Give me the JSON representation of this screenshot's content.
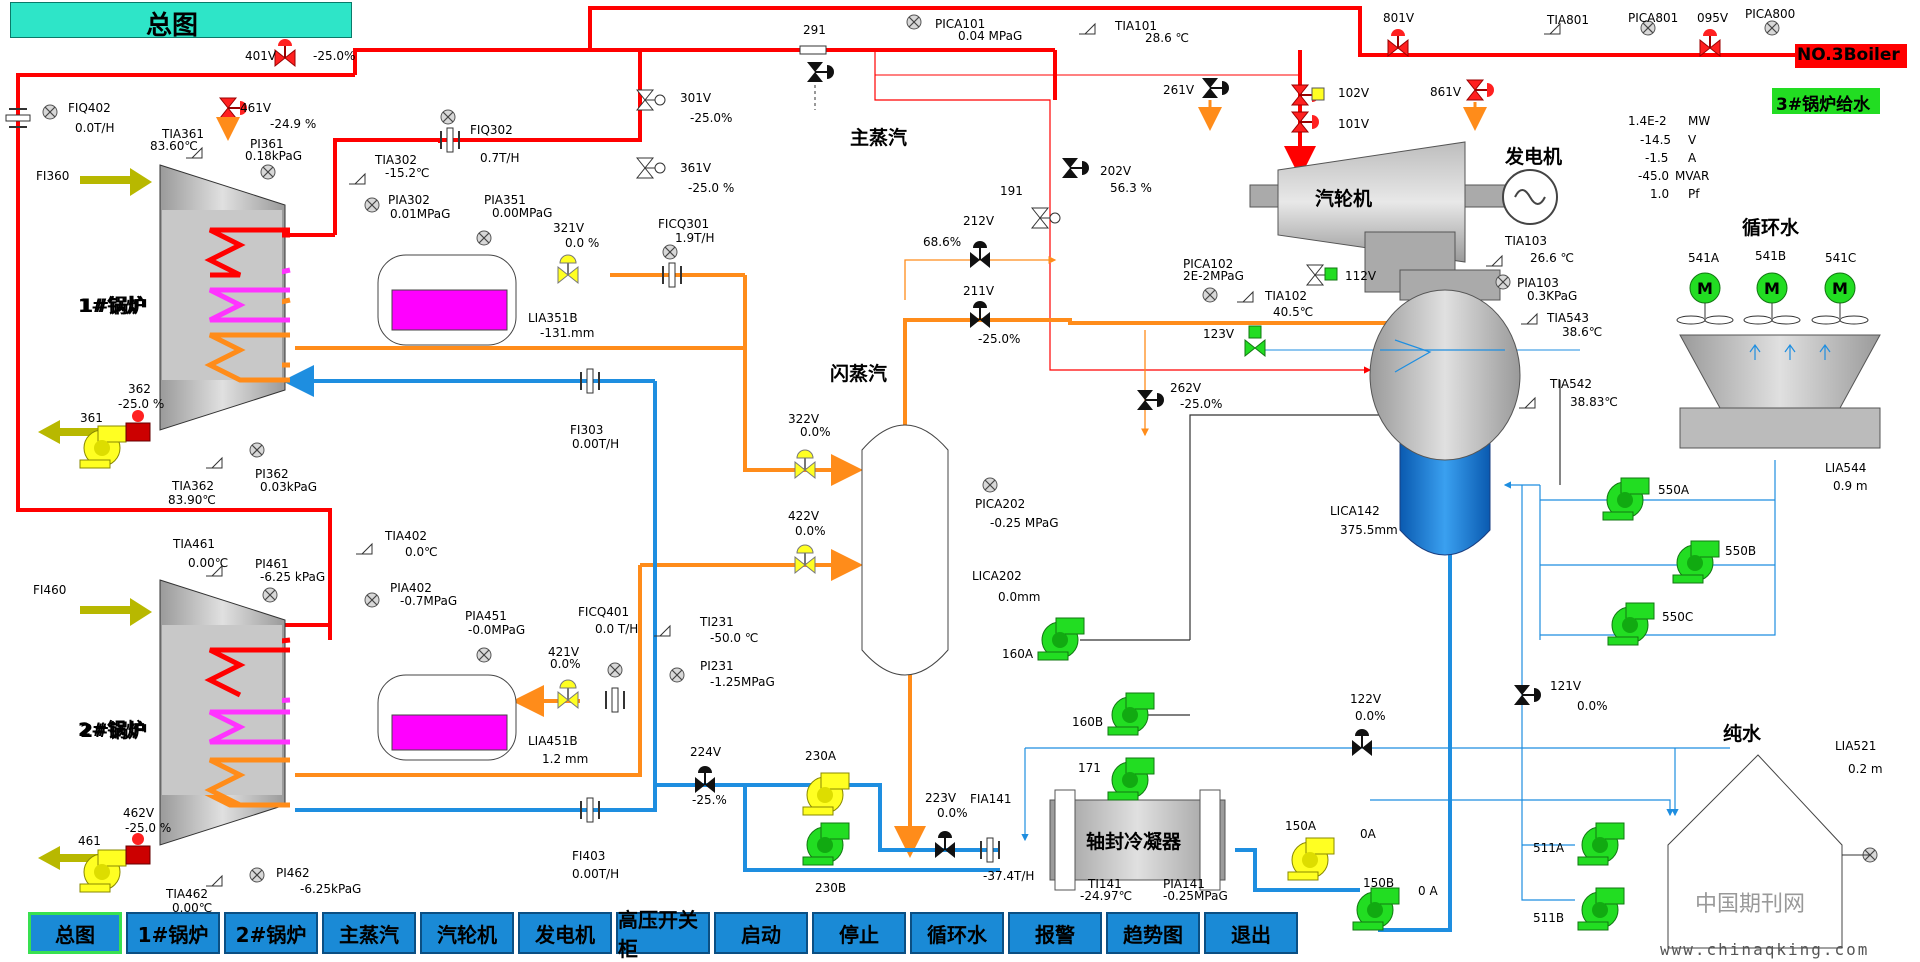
{
  "title": "总图",
  "header_right": "NO.3Boiler",
  "feedwater_label": "3#锅炉给水",
  "section_labels": {
    "main_steam": "主蒸汽",
    "flash_steam": "闪蒸汽",
    "turbine": "汽轮机",
    "generator": "发电机",
    "circulating_water": "循环水",
    "pure_water": "纯水",
    "boiler1": "1#锅炉",
    "boiler2": "2#锅炉",
    "gland_condenser": "轴封冷凝器"
  },
  "generator_readings": [
    {
      "value": "1.4E-2",
      "unit": "MW"
    },
    {
      "value": "-14.5",
      "unit": "V"
    },
    {
      "value": "-1.5",
      "unit": "A"
    },
    {
      "value": "-45.0",
      "unit": "MVAR"
    },
    {
      "value": "1.0",
      "unit": "Pf"
    }
  ],
  "tags": {
    "fiq402": {
      "name": "FIQ402",
      "value": "0.0T/H"
    },
    "fi360": {
      "name": "FI360"
    },
    "fi460": {
      "name": "FI460"
    },
    "tia361": {
      "name": "TIA361",
      "value": "83.60℃"
    },
    "pi361": {
      "name": "PI361",
      "value": "0.18kPaG"
    },
    "tia302": {
      "name": "TIA302",
      "value": "-15.2℃"
    },
    "pia302": {
      "name": "PIA302",
      "value": "0.01MPaG"
    },
    "fiq302": {
      "name": "FIQ302",
      "value": "0.7T/H"
    },
    "pia351": {
      "name": "PIA351",
      "value": "0.00MPaG"
    },
    "lia351b": {
      "name": "LIA351B",
      "value": "-131.mm"
    },
    "v401": {
      "name": "401V",
      "value": "-25.0%"
    },
    "v461": {
      "name": "461V",
      "value": "-24.9 %"
    },
    "v301": {
      "name": "301V",
      "value": "-25.0%"
    },
    "v361": {
      "name": "361V",
      "value": "-25.0 %"
    },
    "v321": {
      "name": "321V",
      "value": "0.0 %"
    },
    "ficq301": {
      "name": "FICQ301",
      "value": "1.9T/H"
    },
    "v291": {
      "name": "291"
    },
    "pica101": {
      "name": "PICA101",
      "value": "0.04 MPaG"
    },
    "tia101": {
      "name": "TIA101",
      "value": "28.6 ℃"
    },
    "v801": {
      "name": "801V"
    },
    "tia801": {
      "name": "TIA801"
    },
    "pica801": {
      "name": "PICA801"
    },
    "v095": {
      "name": "095V"
    },
    "pica800": {
      "name": "PICA800"
    },
    "v261": {
      "name": "261V"
    },
    "v102": {
      "name": "102V"
    },
    "v101": {
      "name": "101V"
    },
    "v861": {
      "name": "861V"
    },
    "v202": {
      "name": "202V",
      "value": "56.3 %"
    },
    "v191": {
      "name": "191"
    },
    "v212": {
      "name": "212V",
      "value": "68.6%"
    },
    "v211": {
      "name": "211V",
      "value": "-25.0%"
    },
    "pica102": {
      "name": "PICA102",
      "value": "2E-2MPaG"
    },
    "tia102": {
      "name": "TIA102",
      "value": "40.5℃"
    },
    "v112": {
      "name": "112V"
    },
    "v123": {
      "name": "123V"
    },
    "tia103": {
      "name": "TIA103",
      "value": "26.6 ℃"
    },
    "pia103": {
      "name": "PIA103",
      "value": "0.3KPaG"
    },
    "tia543": {
      "name": "TIA543",
      "value": "38.6℃"
    },
    "v262": {
      "name": "262V",
      "value": "-25.0%"
    },
    "tia542": {
      "name": "TIA542",
      "value": "38.83℃"
    },
    "lica142": {
      "name": "LICA142",
      "value": "375.5mm"
    },
    "lia544": {
      "name": "LIA544",
      "value": "0.9 m"
    },
    "m541a": {
      "name": "541A"
    },
    "m541b": {
      "name": "541B"
    },
    "m541c": {
      "name": "541C"
    },
    "p550a": {
      "name": "550A"
    },
    "p550b": {
      "name": "550B"
    },
    "p550c": {
      "name": "550C"
    },
    "v362": {
      "name": "362",
      "value": "-25.0 %"
    },
    "p361": {
      "name": "361"
    },
    "fi303": {
      "name": "FI303",
      "value": "0.00T/H"
    },
    "tia362": {
      "name": "TIA362",
      "value": "83.90℃"
    },
    "pi362": {
      "name": "PI362",
      "value": "0.03kPaG"
    },
    "v322": {
      "name": "322V",
      "value": "0.0%"
    },
    "pica202": {
      "name": "PICA202",
      "value": "-0.25 MPaG"
    },
    "lica202": {
      "name": "LICA202",
      "value": "0.0mm"
    },
    "v422": {
      "name": "422V",
      "value": "0.0%"
    },
    "tia461": {
      "name": "TIA461",
      "value": "0.00℃"
    },
    "pi461": {
      "name": "PI461",
      "value": "-6.25 kPaG"
    },
    "tia402": {
      "name": "TIA402",
      "value": "0.0℃"
    },
    "pia402": {
      "name": "PIA402",
      "value": "-0.7MPaG"
    },
    "pia451": {
      "name": "PIA451",
      "value": "-0.0MPaG"
    },
    "ficq401": {
      "name": "FICQ401",
      "value": "0.0 T/H"
    },
    "ti231": {
      "name": "TI231",
      "value": "-50.0 ℃"
    },
    "pi231": {
      "name": "PI231",
      "value": "-1.25MPaG"
    },
    "v421": {
      "name": "421V",
      "value": "0.0%"
    },
    "lia451b": {
      "name": "LIA451B",
      "value": "1.2 mm"
    },
    "p160a": {
      "name": "160A"
    },
    "p160b": {
      "name": "160B"
    },
    "v122": {
      "name": "122V",
      "value": "0.0%"
    },
    "v121": {
      "name": "121V",
      "value": "0.0%"
    },
    "lia521": {
      "name": "LIA521",
      "value": "0.2 m"
    },
    "v224": {
      "name": "224V",
      "value": "-25.%"
    },
    "p230a": {
      "name": "230A"
    },
    "p230b": {
      "name": "230B"
    },
    "v223": {
      "name": "223V",
      "value": "0.0%"
    },
    "fia141": {
      "name": "FIA141",
      "value": "-37.4T/H"
    },
    "p171": {
      "name": "171"
    },
    "ti141": {
      "name": "TI141",
      "value": "-24.97℃"
    },
    "pia141": {
      "name": "PIA141",
      "value": "-0.25MPaG"
    },
    "p150a": {
      "name": "150A",
      "value": "0A"
    },
    "p150b": {
      "name": "150B",
      "value": "0 A"
    },
    "p511a": {
      "name": "511A"
    },
    "p511b": {
      "name": "511B"
    },
    "v462": {
      "name": "462V",
      "value": "-25.0 %"
    },
    "p461": {
      "name": "461"
    },
    "fi403": {
      "name": "FI403",
      "value": "0.00T/H"
    },
    "tia462": {
      "name": "TIA462",
      "value": "0.00℃"
    },
    "pi462": {
      "name": "PI462",
      "value": "-6.25kPaG"
    }
  },
  "nav": [
    "总图",
    "1#锅炉",
    "2#锅炉",
    "主蒸汽",
    "汽轮机",
    "发电机",
    "高压开关柜",
    "启动",
    "停止",
    "循环水",
    "报警",
    "趋势图",
    "退出"
  ],
  "watermark": "www.chinaqking.com",
  "watermark_cn": "中国期刊网",
  "colors": {
    "steam": "#ff0000",
    "flash": "#ff8c1a",
    "water": "#1e8ee0",
    "pump_green": "#22dd22",
    "pump_yellow": "#ffff22",
    "nav": "#1a8ad6"
  }
}
